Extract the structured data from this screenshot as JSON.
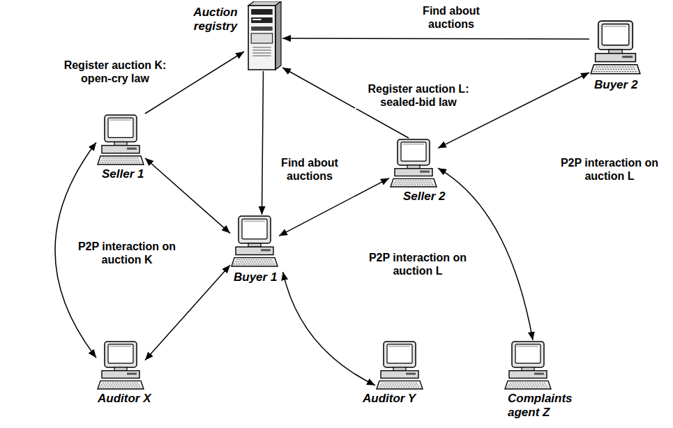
{
  "diagram": {
    "nodes": [
      {
        "text": [
          "Auction registry"
        ]
      },
      {
        "text": [
          "Buyer 2"
        ]
      },
      {
        "text": [
          "Seller 1"
        ]
      },
      {
        "text": [
          "Seller 2"
        ]
      },
      {
        "text": [
          "Buyer 1"
        ]
      },
      {
        "text": [
          "Auditor X"
        ]
      },
      {
        "text": [
          "Auditor Y"
        ]
      },
      {
        "text": [
          "Complaints agent Z"
        ]
      }
    ],
    "edges": [
      {
        "from": 1,
        "to": 0,
        "arrow": "to",
        "label": "Find about auctions"
      },
      {
        "from": 2,
        "to": 0,
        "arrow": "to",
        "label": "Register auction K: open-cry law"
      },
      {
        "from": 3,
        "to": 0,
        "arrow": "to",
        "label": "Register auction L: sealed-bid law"
      },
      {
        "from": 0,
        "to": 4,
        "arrow": "to",
        "label": "Find about auctions"
      },
      {
        "from": 2,
        "to": 4,
        "arrow": "both",
        "label": "P2P interaction on auction K"
      },
      {
        "from": 3,
        "to": 4,
        "arrow": "both",
        "label": "P2P interaction on auction L"
      },
      {
        "from": 1,
        "to": 3,
        "arrow": "both",
        "label": "P2P interaction on auction L"
      },
      {
        "from": 2,
        "to": 5,
        "arrow": "both"
      },
      {
        "from": 4,
        "to": 5,
        "arrow": "both"
      },
      {
        "from": 4,
        "to": 6,
        "arrow": "both"
      },
      {
        "from": 3,
        "to": 7,
        "arrow": "both"
      }
    ]
  }
}
